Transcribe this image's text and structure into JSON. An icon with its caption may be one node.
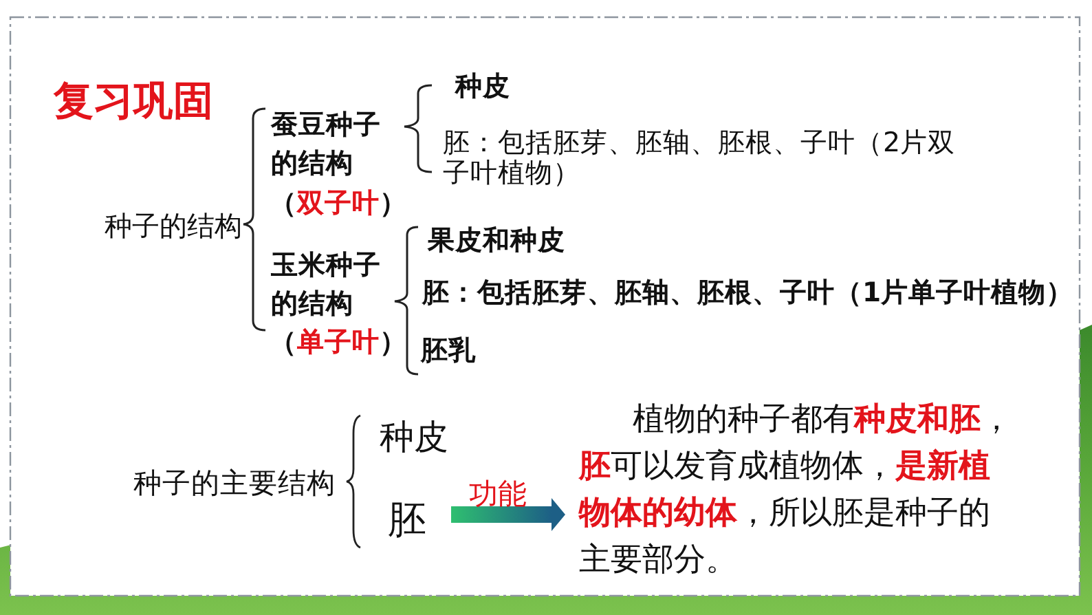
{
  "diagram": {
    "title": "复习巩固",
    "nodes": [
      {
        "text": [
          "胚"
        ]
      },
      {
        "text": [
          "植物的种子都有**种皮和胚**，**胚**可以发育成植物体，**是新植物体的幼体**，所以胚是种子的主要部分。"
        ]
      }
    ],
    "edges": [
      {
        "from": 0,
        "to": 1,
        "arrow": "to",
        "label": "功能"
      }
    ],
    "labels": [
      "种子的结构",
      "蚕豆种子的结构",
      "（**双子叶**）",
      "种皮",
      "胚：包括胚芽、胚轴、胚根、子叶（2片双子叶植物）",
      "玉米种子的结构",
      "（**单子叶**）",
      "果皮和种皮",
      "胚：包括胚芽、胚轴、胚根、子叶（1片单子叶植物）",
      "胚乳",
      "种子的主要结构",
      "种皮"
    ]
  }
}
